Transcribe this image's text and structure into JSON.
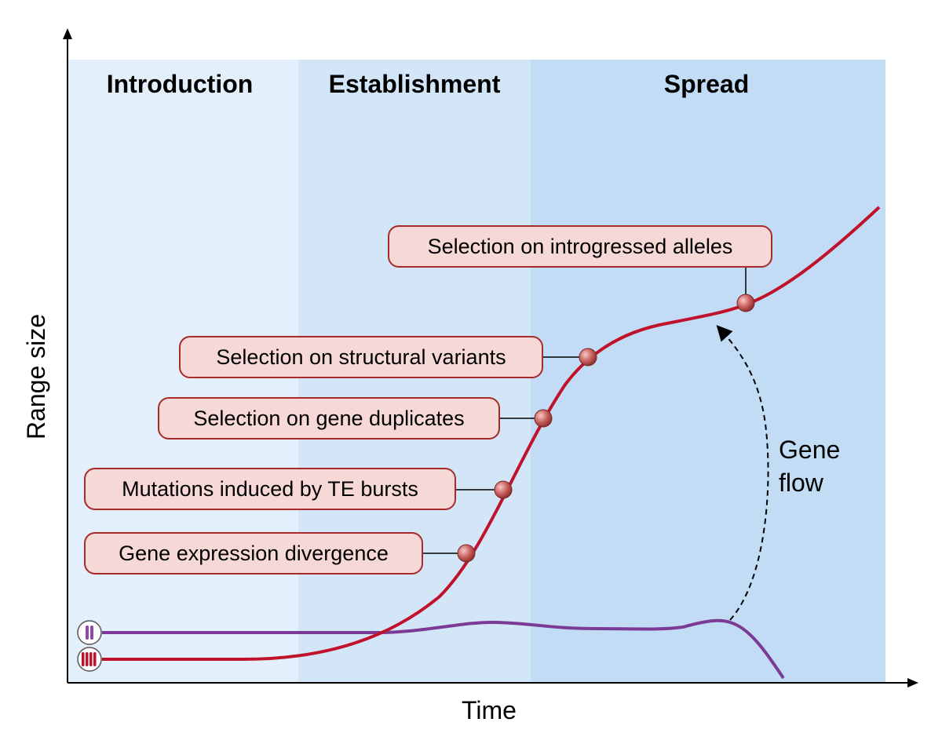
{
  "phases": [
    {
      "label": "Introduction",
      "color": "#e3effa"
    },
    {
      "label": "Establishment",
      "color": "#d3e6f7"
    },
    {
      "label": "Spread",
      "color": "#c2dcf5"
    }
  ],
  "axes": {
    "x_label": "Time",
    "y_label": "Range size"
  },
  "callouts": [
    {
      "label": "Gene expression divergence"
    },
    {
      "label": "Mutations induced by TE bursts"
    },
    {
      "label": "Selection on gene duplicates"
    },
    {
      "label": "Selection on structural variants"
    },
    {
      "label": "Selection on introgressed alleles"
    }
  ],
  "gene_flow": {
    "line1": "Gene",
    "line2": "flow"
  },
  "colors": {
    "invasive_curve": "#c0132b",
    "native_curve": "#7b3a96",
    "callout_fill": "#f6d9d7",
    "callout_stroke": "#a82a2a",
    "marker": "#b04545"
  }
}
